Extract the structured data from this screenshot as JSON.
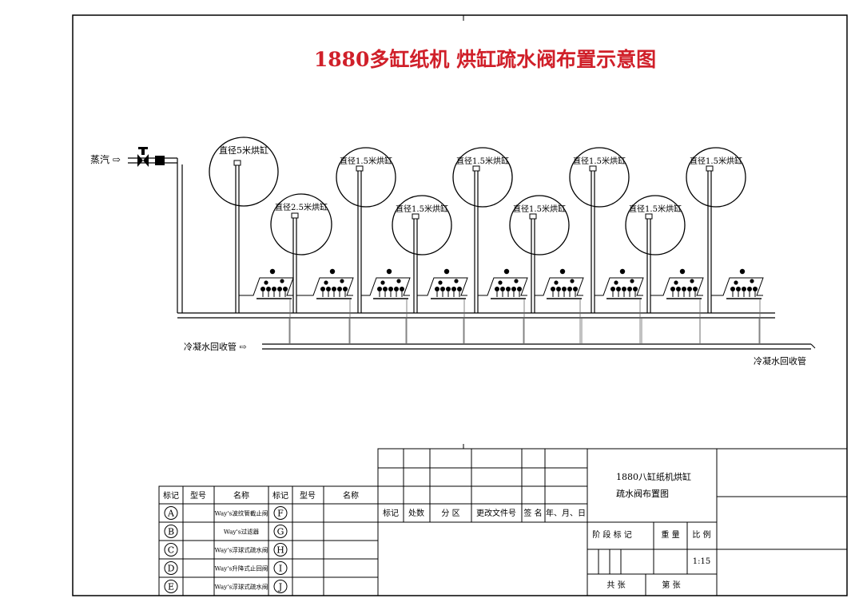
{
  "title": "1880多缸纸机 烘缸疏水阀布置示意图",
  "colors": {
    "title": "#d0202a",
    "line": "#000000",
    "paper": "#ffffff"
  },
  "steam_label": "蒸汽 ⇨",
  "condensate_label_left": "冷凝水回收管 ⇨",
  "condensate_label_right": "冷凝水回收管",
  "dryers": [
    {
      "label": "直径5米烘缸"
    },
    {
      "label": "直径2.5米烘缸"
    },
    {
      "label": "直径1.5米烘缸"
    },
    {
      "label": "直径1.5米烘缸"
    },
    {
      "label": "直径1.5米烘缸"
    },
    {
      "label": "直径1.5米烘缸"
    },
    {
      "label": "直径1.5米烘缸"
    },
    {
      "label": "直径1.5米烘缸"
    },
    {
      "label": "直径1.5米烘缸"
    }
  ],
  "legend": {
    "headers": [
      "标记",
      "型号",
      "名称",
      "标记",
      "型号",
      "名称"
    ],
    "rows": [
      {
        "mark": "A",
        "name": "Way's波纹管截止阀",
        "mark2": "F"
      },
      {
        "mark": "B",
        "name": "Way's过滤器",
        "mark2": "G"
      },
      {
        "mark": "C",
        "name": "Way's浮球式疏水阀",
        "mark2": "H"
      },
      {
        "mark": "D",
        "name": "Way's升降式止回阀",
        "mark2": "I"
      },
      {
        "mark": "E",
        "name": "Way's浮球式疏水阀",
        "mark2": "J"
      }
    ]
  },
  "title_block": {
    "revision_headers": [
      "标记",
      "处数",
      "分 区",
      "更改文件号",
      "签 名",
      "年、月、日"
    ],
    "drawing_title_line1": "1880八缸纸机烘缸",
    "drawing_title_line2": "疏水阀布置图",
    "stage_mark": "阶 段 标 记",
    "weight": "重 量",
    "scale_label": "比 例",
    "scale_value": "1:15",
    "total_sheets": "共      张",
    "sheet_no": "第      张"
  }
}
